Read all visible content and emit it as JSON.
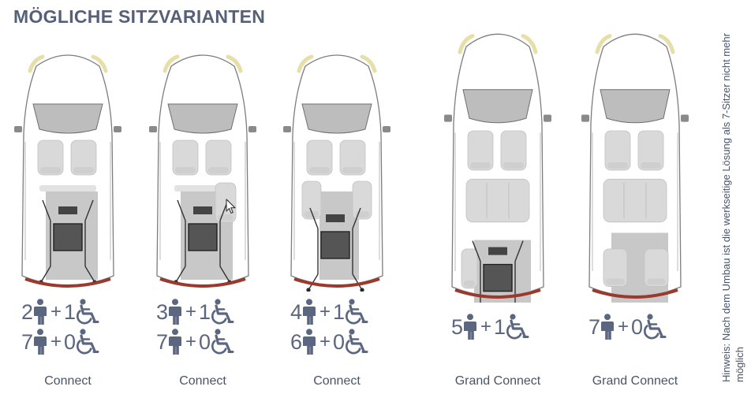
{
  "title": "MÖGLICHE SITZVARIANTEN",
  "variants": [
    {
      "label": "Connect",
      "variant": "short",
      "seats": "2+1",
      "row1": {
        "persons": "2",
        "wheelchairs": "1"
      },
      "row2": {
        "persons": "7",
        "wheelchairs": "0"
      }
    },
    {
      "label": "Connect",
      "variant": "short",
      "seats": "3+1",
      "row1": {
        "persons": "3",
        "wheelchairs": "1"
      },
      "row2": {
        "persons": "7",
        "wheelchairs": "0"
      }
    },
    {
      "label": "Connect",
      "variant": "short",
      "seats": "4+1",
      "row1": {
        "persons": "4",
        "wheelchairs": "1"
      },
      "row2": {
        "persons": "6",
        "wheelchairs": "0"
      }
    },
    {
      "label": "Grand Connect",
      "variant": "long",
      "seats": "5+1",
      "row1": {
        "persons": "5",
        "wheelchairs": "1"
      }
    },
    {
      "label": "Grand Connect",
      "variant": "long",
      "seats": "7+0",
      "row1": {
        "persons": "7",
        "wheelchairs": "0"
      }
    }
  ],
  "plus": "+",
  "note": "Hinweis: Nach dem Umbau ist die werkseitige Lösung als 7-Sitzer nicht mehr möglich",
  "icons": {
    "person": "person-icon",
    "wheelchair": "wheelchair-icon",
    "cursor": "mouse-cursor-icon"
  },
  "colors": {
    "title": "#566178",
    "icon": "#5b6680",
    "seat": "#d9d9d9",
    "floor": "#c8c8c8",
    "body_outline": "#7d7d7d",
    "tail_light": "#9b3a2c",
    "headlight": "#e6dfa8"
  }
}
